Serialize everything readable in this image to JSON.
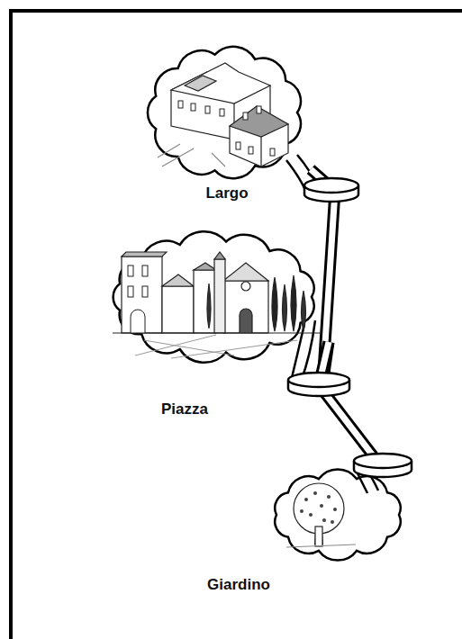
{
  "diagram": {
    "nodes": [
      {
        "text": [
          "Largo"
        ]
      },
      {
        "text": [
          "Piazza"
        ]
      },
      {
        "text": [
          "Giardino"
        ]
      }
    ],
    "edges": [
      {
        "from": 0,
        "to": 1,
        "arrow": "none"
      },
      {
        "from": 1,
        "to": 2,
        "arrow": "none"
      }
    ]
  }
}
